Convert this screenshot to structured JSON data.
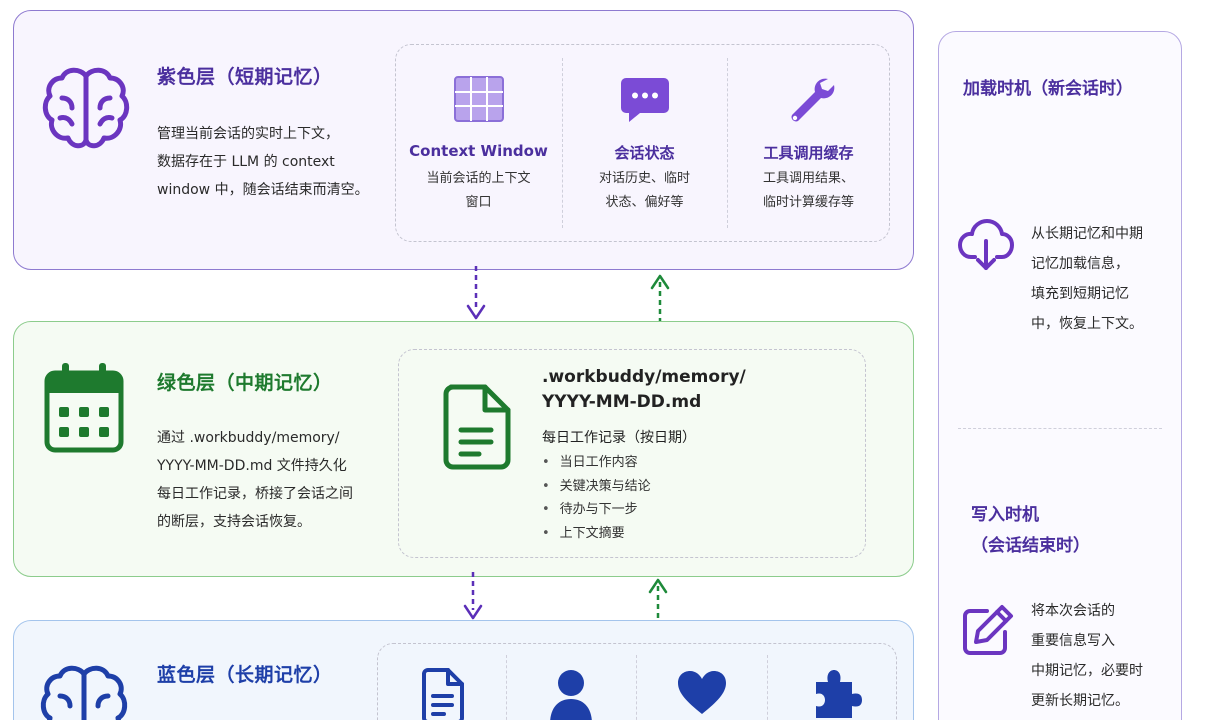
{
  "purple_layer": {
    "title": "紫色层（短期记忆）",
    "desc_lines": [
      "管理当前会话的实时上下文，",
      "数据存在于 LLM 的 context",
      "window 中，随会话结束而清空。"
    ],
    "items": [
      {
        "title": "Context Window",
        "desc_lines": [
          "当前会话的上下文",
          "窗口"
        ]
      },
      {
        "title": "会话状态",
        "desc_lines": [
          "对话历史、临时",
          "状态、偏好等"
        ]
      },
      {
        "title": "工具调用缓存",
        "desc_lines": [
          "工具调用结果、",
          "临时计算缓存等"
        ]
      }
    ]
  },
  "green_layer": {
    "title": "绿色层（中期记忆）",
    "desc_lines": [
      "通过 .workbuddy/memory/",
      "YYYY-MM-DD.md 文件持久化",
      "每日工作记录，桥接了会话之间",
      "的断层，支持会话恢复。"
    ],
    "file_title_lines": [
      ".workbuddy/memory/",
      "YYYY-MM-DD.md"
    ],
    "file_subtitle": "每日工作记录（按日期）",
    "bullets": [
      "当日工作内容",
      "关键决策与结论",
      "待办与下一步",
      "上下文摘要"
    ]
  },
  "blue_layer": {
    "title": "蓝色层（长期记忆）"
  },
  "side": {
    "load_title": "加载时机（新会话时）",
    "load_text_lines": [
      "从长期记忆和中期",
      "记忆加载信息，",
      "填充到短期记忆",
      "中，恢复上下文。"
    ],
    "write_title_lines": [
      "写入时机",
      "（会话结束时）"
    ],
    "write_text_lines": [
      "将本次会话的",
      "重要信息写入",
      "中期记忆，必要时",
      "更新长期记忆。"
    ]
  },
  "colors": {
    "purple": "#4b2f9e",
    "icon_purple": "#6b4bc8",
    "green": "#1e7a2e",
    "blue": "#1e3fa8"
  },
  "icons": [
    "brain-icon",
    "grid-icon",
    "chat-bubble-icon",
    "wrench-icon",
    "calendar-icon",
    "document-icon",
    "cloud-download-icon",
    "edit-icon",
    "user-icon",
    "heart-icon",
    "puzzle-icon"
  ]
}
